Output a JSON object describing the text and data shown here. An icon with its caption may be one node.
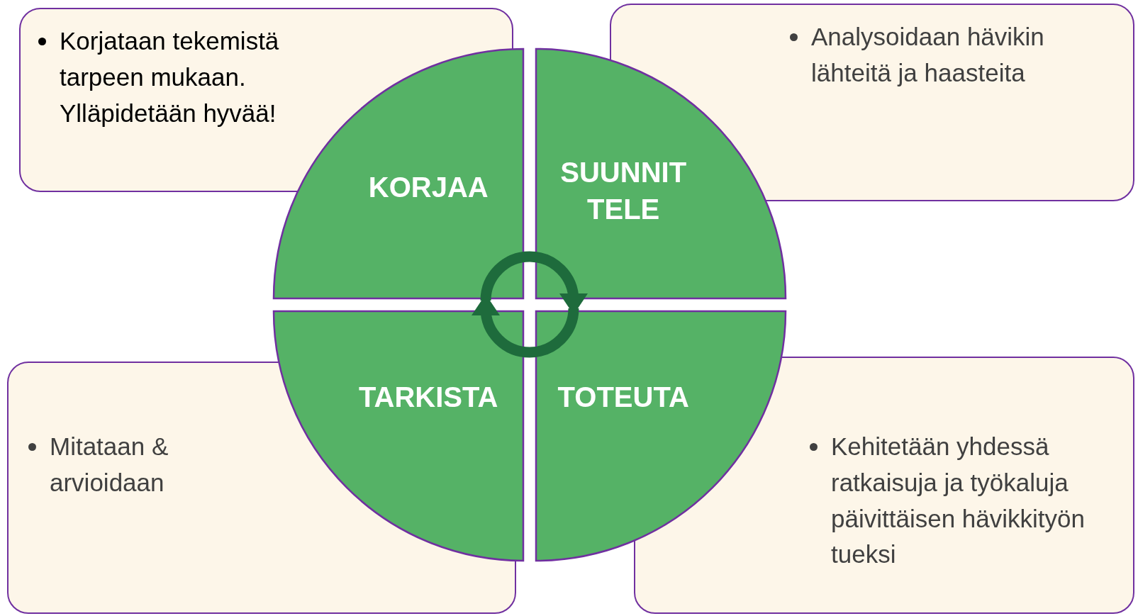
{
  "diagram": {
    "nodes": [
      {
        "text": [
          "Korjataan tekemistä tarpeen mukaan. Ylläpidetään hyvää!"
        ]
      },
      {
        "text": [
          "Analysoidaan hävikin lähteitä ja haasteita"
        ]
      },
      {
        "text": [
          "KORJAA"
        ]
      },
      {
        "text": [
          "SUUNNIT TELE"
        ]
      },
      {
        "text": [
          "TARKISTA"
        ]
      },
      {
        "text": [
          "TOTEUTA"
        ]
      },
      {
        "text": [
          "Mitataan & arvioidaan"
        ]
      },
      {
        "text": [
          "Kehitetään yhdessä ratkaisuja ja työkaluja päivittäisen hävikkityön tueksi"
        ]
      }
    ],
    "edges": [
      {
        "from": 2,
        "to": 3,
        "arrow": "to"
      },
      {
        "from": 5,
        "to": 4,
        "arrow": "to"
      }
    ]
  }
}
